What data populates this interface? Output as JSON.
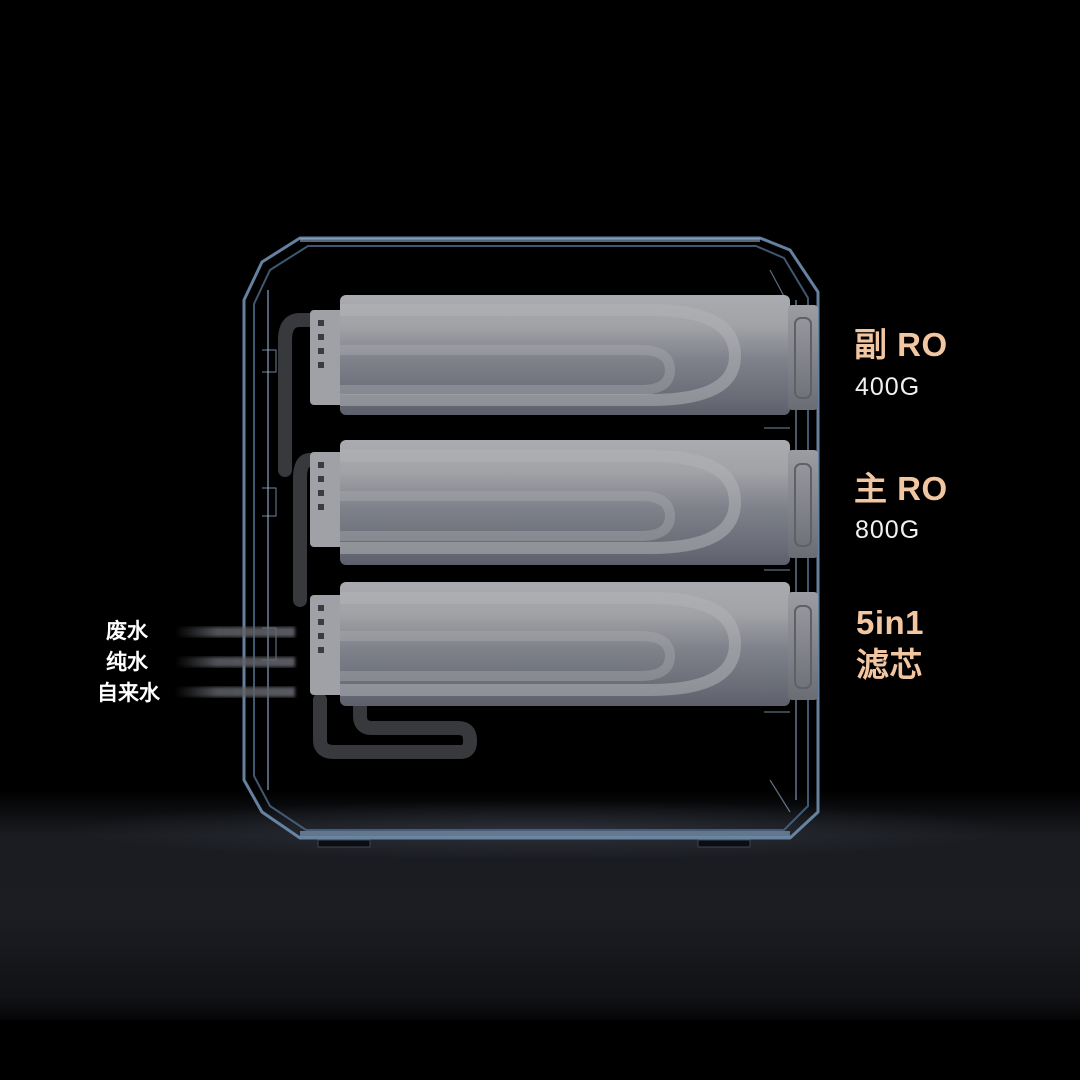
{
  "cartridges": [
    {
      "name": "副 RO",
      "capacity": "400G"
    },
    {
      "name": "主 RO",
      "capacity": "800G"
    },
    {
      "name": "5in1",
      "capacity": "滤芯"
    }
  ],
  "water_lines": [
    {
      "label": "废水"
    },
    {
      "label": "纯水"
    },
    {
      "label": "自来水"
    }
  ],
  "colors": {
    "background": "#000000",
    "label_accent": "#f3c6a2",
    "sub_label": "#f1f1f1",
    "frame_blue": "#6f8fb0",
    "cartridge_gray": "#9a9ca3"
  }
}
